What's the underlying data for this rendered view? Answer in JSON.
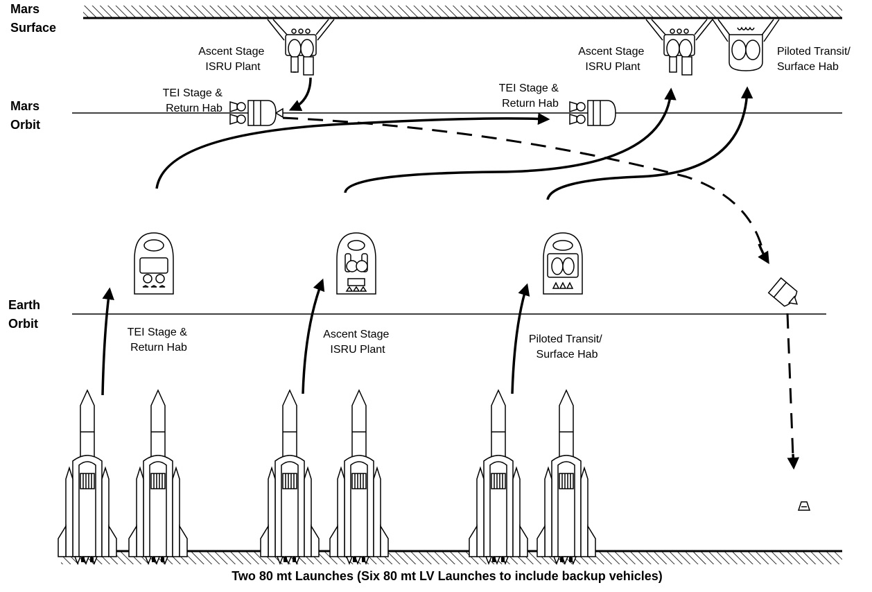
{
  "levels": {
    "mars_surface": [
      "Mars",
      "Surface"
    ],
    "mars_orbit": [
      "Mars",
      "Orbit"
    ],
    "earth_orbit": [
      "Earth",
      "Orbit"
    ]
  },
  "labels": {
    "mars_ascent_1": [
      "Ascent Stage",
      "ISRU Plant"
    ],
    "mars_ascent_2": [
      "Ascent Stage",
      "ISRU Plant"
    ],
    "mars_hab": [
      "Piloted Transit/",
      "Surface Hab"
    ],
    "orbit_tei_1": [
      "TEI Stage &",
      "Return Hab"
    ],
    "orbit_tei_2": [
      "TEI Stage &",
      "Return Hab"
    ],
    "leo_tei": [
      "TEI Stage &",
      "Return Hab"
    ],
    "leo_ascent": [
      "Ascent Stage",
      "ISRU Plant"
    ],
    "leo_hab": [
      "Piloted Transit/",
      "Surface Hab"
    ]
  },
  "caption": "Two 80 mt Launches (Six 80 mt LV Launches to include backup vehicles)"
}
